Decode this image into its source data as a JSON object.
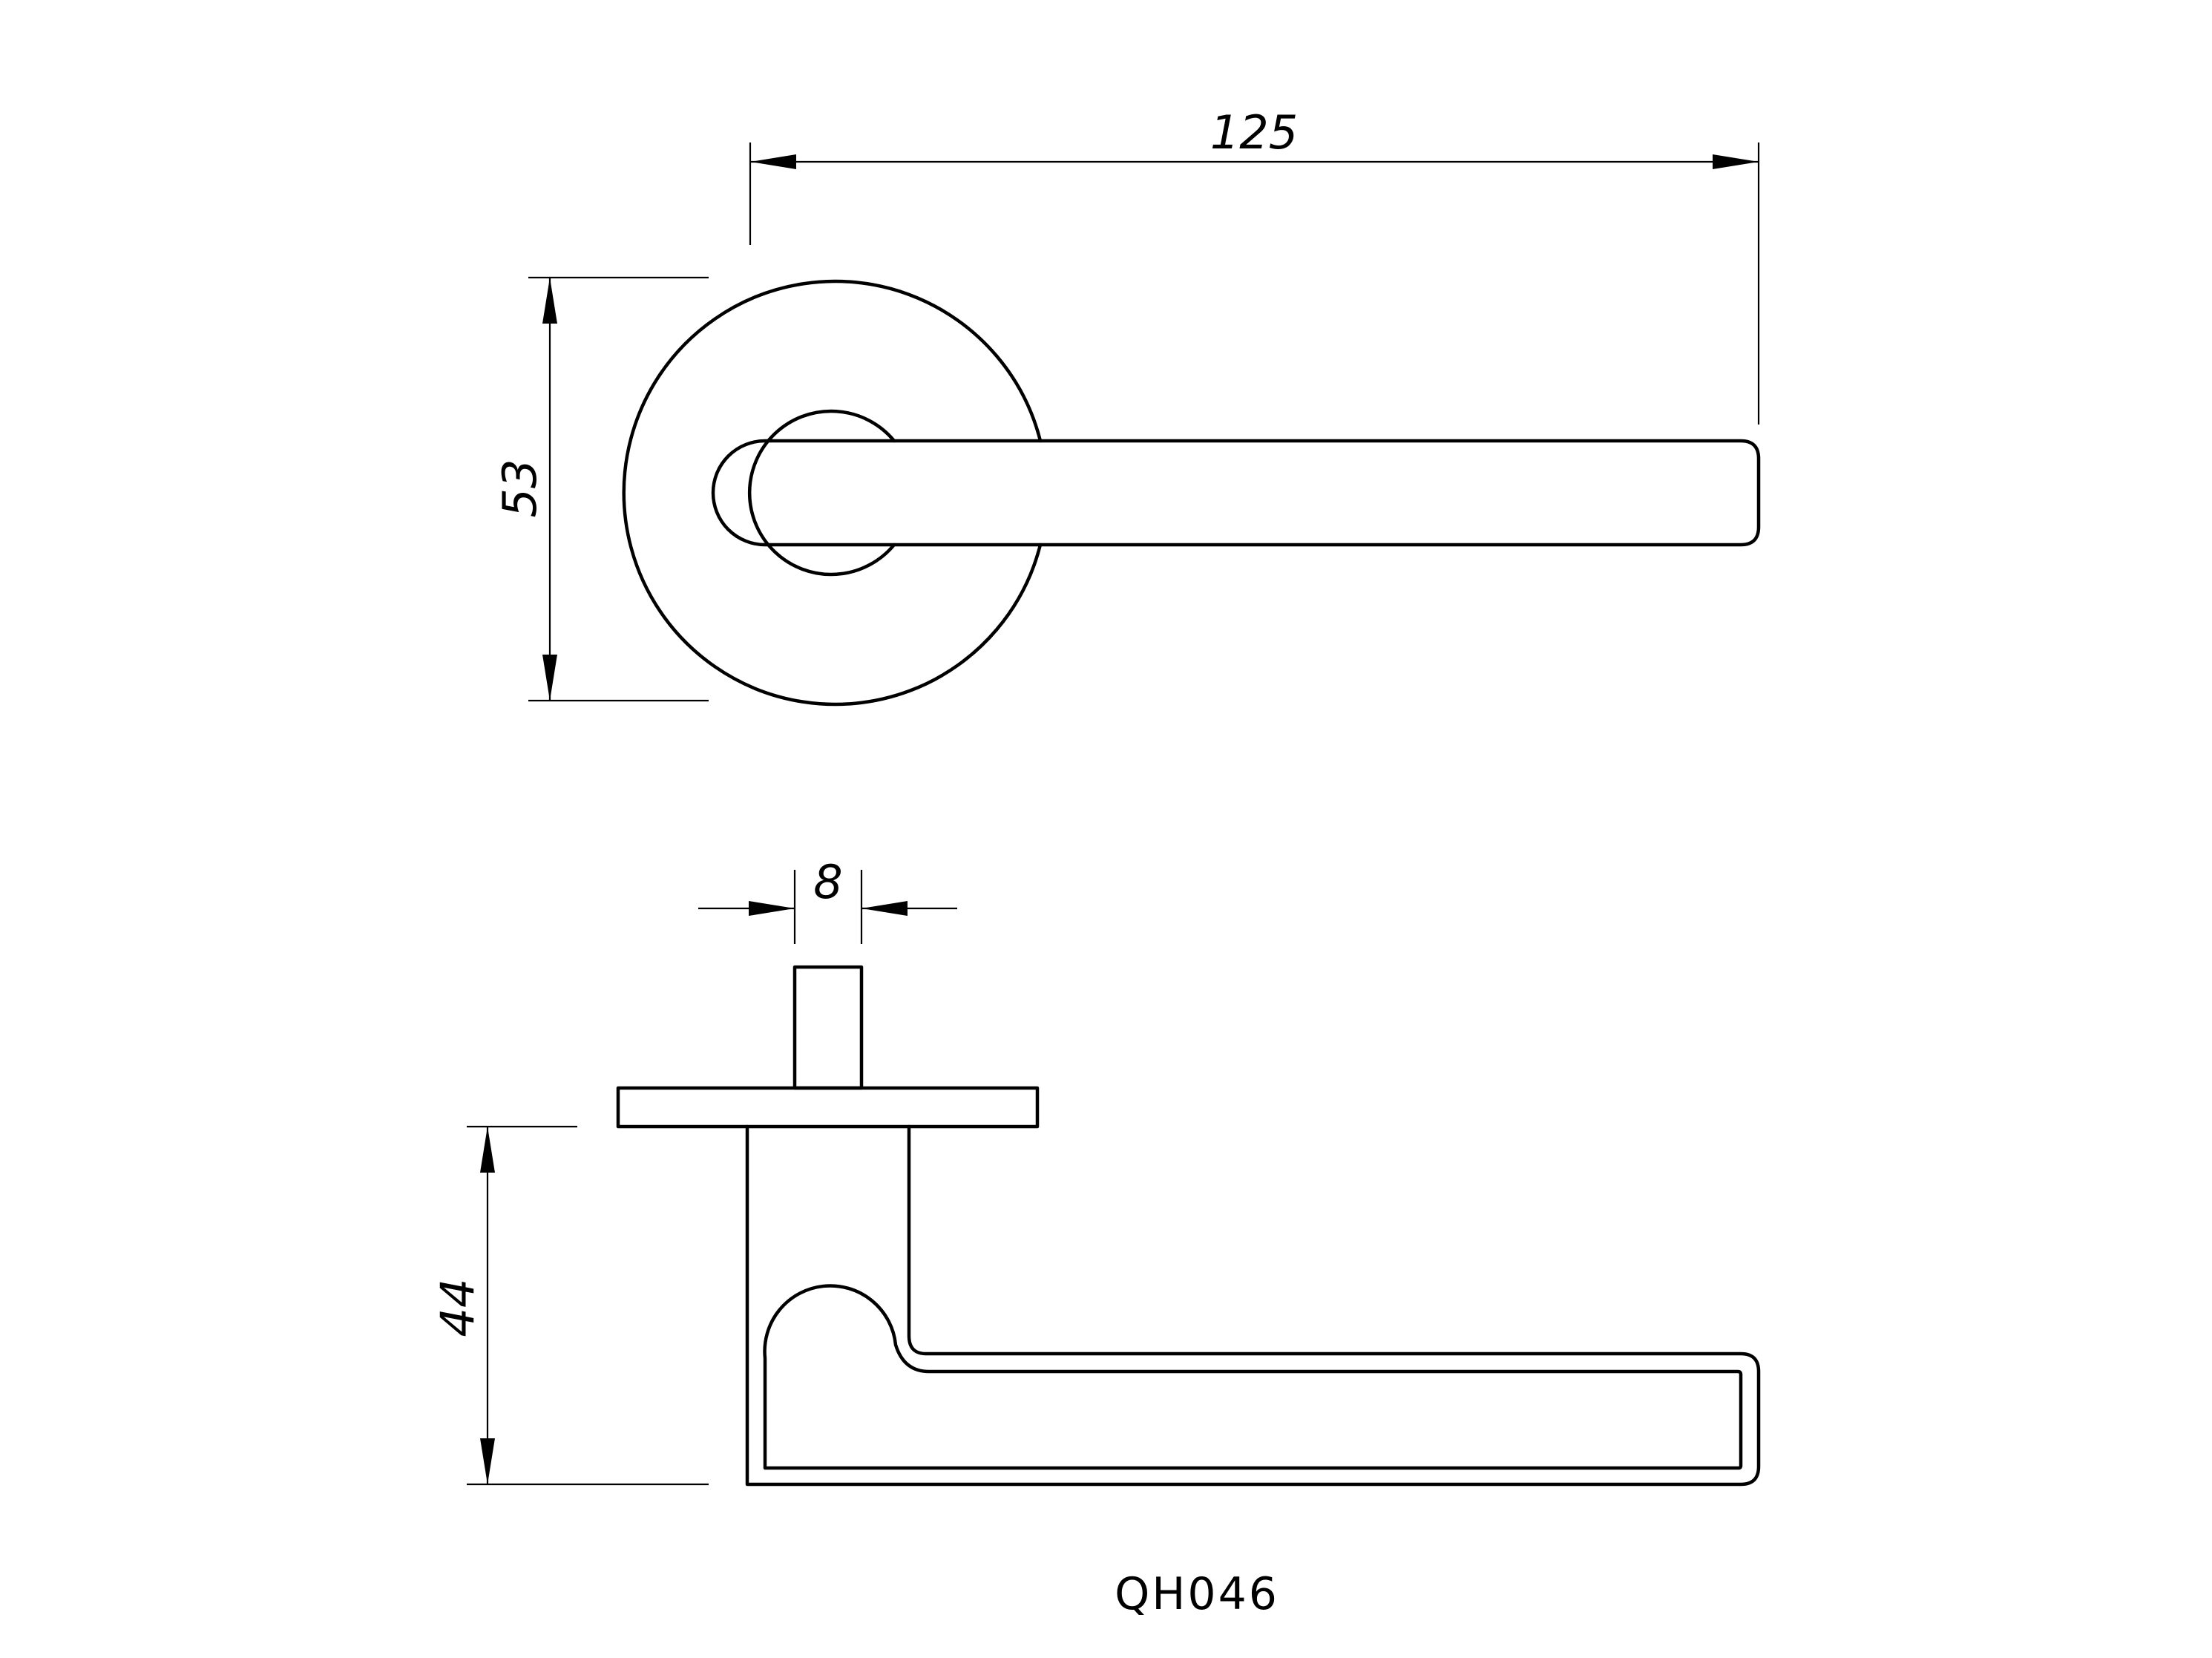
{
  "drawing": {
    "dimensions": {
      "length": "125",
      "rose_diameter": "53",
      "spindle_width": "8",
      "projection": "44"
    },
    "model_code": "QH046",
    "colors": {
      "line": "#000000",
      "background": "#ffffff"
    }
  }
}
